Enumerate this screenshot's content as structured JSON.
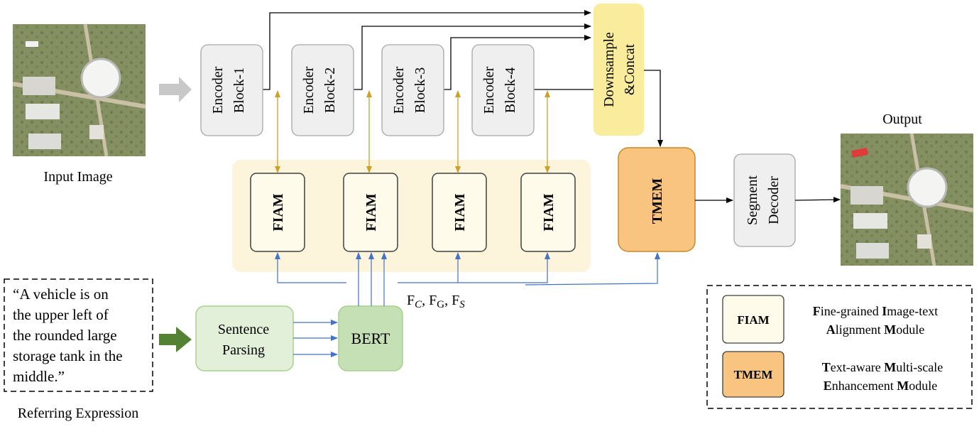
{
  "input": {
    "caption": "Input Image"
  },
  "output": {
    "caption": "Output"
  },
  "encoders": [
    {
      "line1": "Encoder",
      "line2": "Block-1"
    },
    {
      "line1": "Encoder",
      "line2": "Block-2"
    },
    {
      "line1": "Encoder",
      "line2": "Block-3"
    },
    {
      "line1": "Encoder",
      "line2": "Block-4"
    }
  ],
  "downsample": {
    "line1": "Downsample",
    "line2": "&Concat"
  },
  "fiam_label": "FIAM",
  "tmem_label": "TMEM",
  "decoder": {
    "line1": "Segment",
    "line2": "Decoder"
  },
  "referring": {
    "lines": [
      "“A vehicle is on",
      "the upper left of",
      "the rounded large",
      "storage tank in the",
      "middle.”"
    ],
    "caption": "Referring Expression"
  },
  "sentence_parsing": {
    "line1": "Sentence",
    "line2": "Parsing"
  },
  "bert": "BERT",
  "features": {
    "F": "F",
    "sub_c": "C",
    "sub_g": "G",
    "sub_s": "S"
  },
  "legend": {
    "fiam": {
      "badge": "FIAM",
      "line1": [
        {
          "b": "F"
        },
        {
          "t": "ine-grained "
        },
        {
          "b": "I"
        },
        {
          "t": "mage-text"
        }
      ],
      "line2": [
        {
          "b": "A"
        },
        {
          "t": "lignment "
        },
        {
          "b": "M"
        },
        {
          "t": "odule"
        }
      ]
    },
    "tmem": {
      "badge": "TMEM",
      "line1": [
        {
          "b": "T"
        },
        {
          "t": "ext-aware "
        },
        {
          "b": "M"
        },
        {
          "t": "ulti-scale"
        }
      ],
      "line2": [
        {
          "b": "E"
        },
        {
          "t": "nhancement "
        },
        {
          "b": "M"
        },
        {
          "t": "odule"
        }
      ]
    }
  },
  "colors": {
    "encoder_fill": "#efefef",
    "encoder_stroke": "#a6a6a6",
    "downsample_fill": "#f9ec9d",
    "fiam_panel": "#fdf4dc",
    "fiam_fill": "#fffbea",
    "tmem_fill": "#f8c47f",
    "tmem_stroke": "#c58a2a",
    "green_fill": "#e2f0d9",
    "green_stroke": "#a9d18e",
    "bert_fill": "#c5e0b4",
    "gold_arrow": "#c9a227",
    "blue_arrow": "#4472c4",
    "green_arrow": "#548235"
  }
}
